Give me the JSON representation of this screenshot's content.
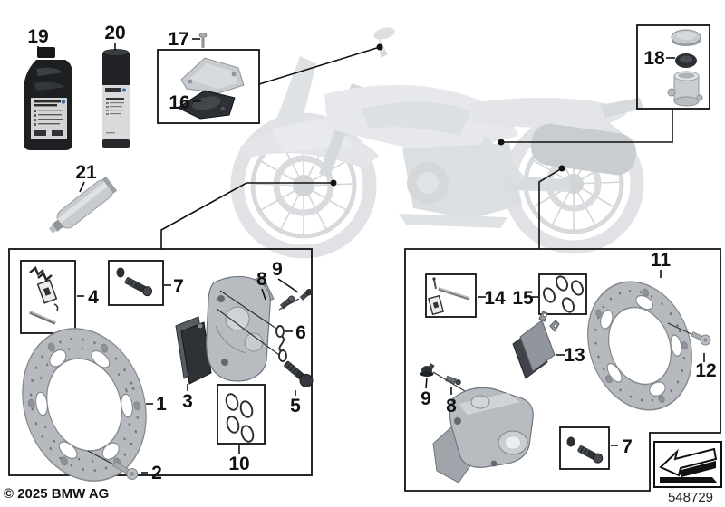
{
  "diagram": {
    "labels": {
      "n1": "1",
      "n2": "2",
      "n3": "3",
      "n4": "4",
      "n5": "5",
      "n6": "6",
      "n7": "7",
      "n8": "8",
      "n9": "9",
      "n10": "10",
      "n11": "11",
      "n12": "12",
      "n13": "13",
      "n14": "14",
      "n15": "15",
      "n16": "16",
      "n17": "17",
      "n18": "18",
      "n19": "19",
      "n20": "20",
      "n21": "21"
    },
    "footer": {
      "copyright": "© 2025 BMW AG",
      "code": "548729"
    },
    "icons": {
      "stamp": "page-turn-arrow-icon"
    },
    "colors": {
      "callout": "#111111",
      "part_gray": "#b6babe",
      "part_dark": "#2e3236",
      "bike": "#e3e5e8"
    }
  }
}
